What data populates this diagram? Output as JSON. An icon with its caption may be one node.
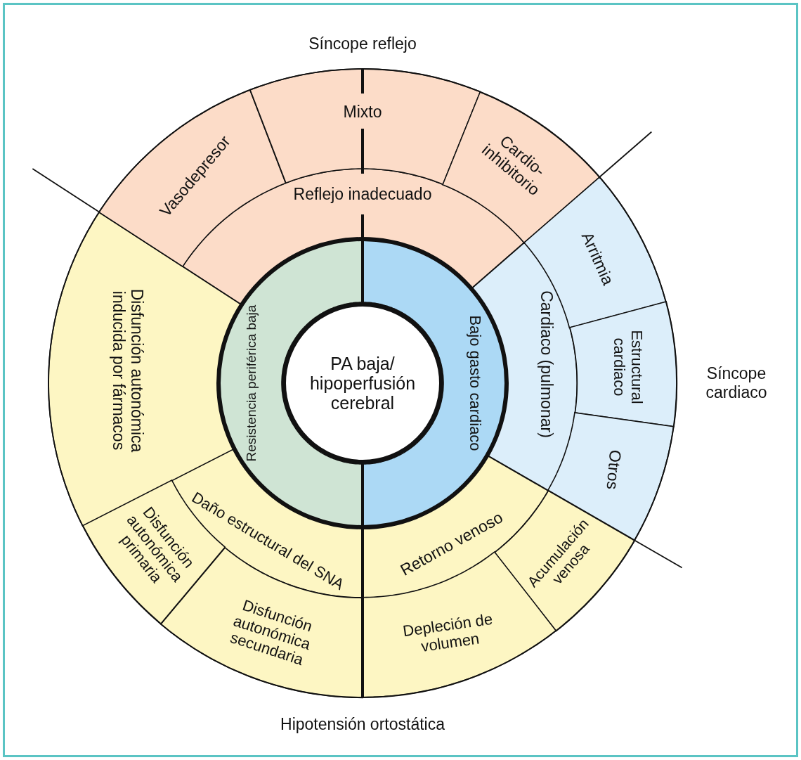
{
  "diagram": {
    "nodes": [
      {
        "text": [
          "PA baja/ hipoperfusión cerebral"
        ]
      },
      {
        "text": [
          "Resistencia periférica baja"
        ]
      },
      {
        "text": [
          "Bajo gasto cardiaco"
        ]
      },
      {
        "text": [
          "Reflejo inadecuado"
        ]
      },
      {
        "text": [
          "Cardiaco (pulmonar)"
        ]
      },
      {
        "text": [
          "Retorno venoso"
        ]
      },
      {
        "text": [
          "Daño estructural del SNA"
        ]
      },
      {
        "text": [
          "Disfunción autonómica inducida por fármacos"
        ]
      },
      {
        "text": [
          "Vasodepresor"
        ]
      },
      {
        "text": [
          "Mixto"
        ]
      },
      {
        "text": [
          "Cardio-inhibitorio"
        ]
      },
      {
        "text": [
          "Arritmia"
        ]
      },
      {
        "text": [
          "Estructural cardiaco"
        ]
      },
      {
        "text": [
          "Otros"
        ]
      },
      {
        "text": [
          "Acumulación venosa"
        ]
      },
      {
        "text": [
          "Depleción de volumen"
        ]
      },
      {
        "text": [
          "Disfunción autonómica secundaria"
        ]
      },
      {
        "text": [
          "Disfunción autonómica primaria"
        ]
      }
    ],
    "labels": [
      "Síncope reflejo",
      "Síncope cardiaco",
      "Hipotensión ortostática"
    ]
  }
}
